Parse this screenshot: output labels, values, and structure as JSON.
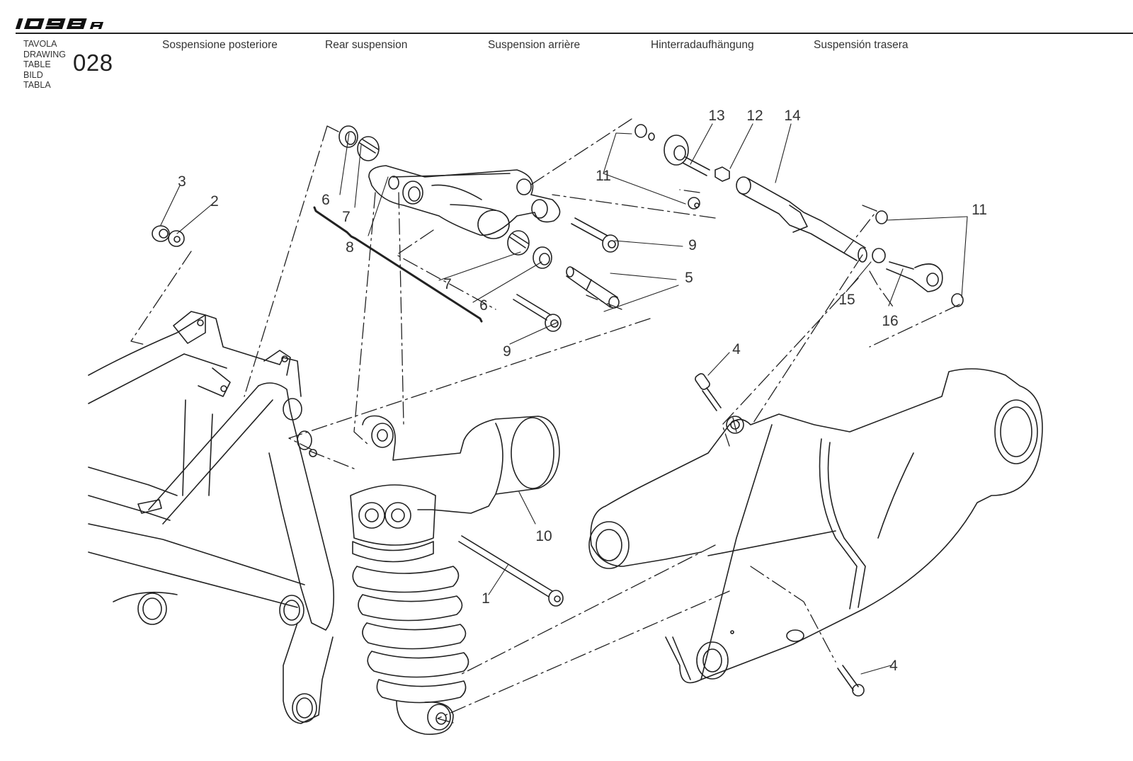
{
  "header": {
    "model_logo": "1098R",
    "table_labels": [
      "TAVOLA",
      "DRAWING",
      "TABLE",
      "BILD",
      "TABLA"
    ],
    "table_number": "028",
    "titles": [
      "Sospensione posteriore",
      "Rear suspension",
      "Suspension arrière",
      "Hinterradaufhängung",
      "Suspensión trasera"
    ]
  },
  "diagram": {
    "line_color": "#222222",
    "callouts": [
      {
        "id": "1",
        "part": "shock-bolt"
      },
      {
        "id": "2",
        "part": "washer"
      },
      {
        "id": "3",
        "part": "nut"
      },
      {
        "id": "4",
        "part": "screw-upper"
      },
      {
        "id": "4",
        "part": "screw-lower"
      },
      {
        "id": "5",
        "part": "pin"
      },
      {
        "id": "6",
        "part": "seal-left"
      },
      {
        "id": "6",
        "part": "seal-right"
      },
      {
        "id": "7",
        "part": "bearing-left"
      },
      {
        "id": "7",
        "part": "bearing-right"
      },
      {
        "id": "8",
        "part": "rocker-assembly"
      },
      {
        "id": "9",
        "part": "bolt-upper"
      },
      {
        "id": "9",
        "part": "bolt-lower"
      },
      {
        "id": "10",
        "part": "shock-absorber"
      },
      {
        "id": "11",
        "part": "bushing-left"
      },
      {
        "id": "11",
        "part": "bushing-right"
      },
      {
        "id": "12",
        "part": "lock-nut"
      },
      {
        "id": "13",
        "part": "upper-rod-end"
      },
      {
        "id": "14",
        "part": "tie-rod"
      },
      {
        "id": "15",
        "part": "nut-lower"
      },
      {
        "id": "16",
        "part": "lower-rod-end"
      }
    ]
  }
}
